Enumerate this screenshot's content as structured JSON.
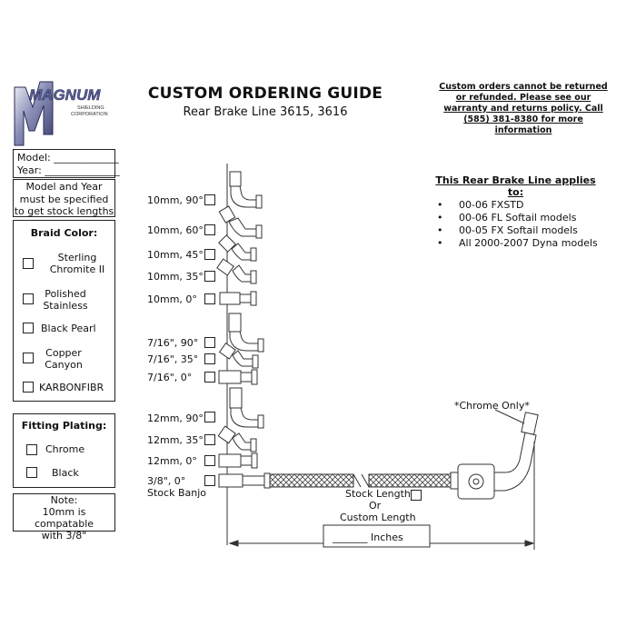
{
  "logo": {
    "text": "MAGNUM",
    "subtext_line1": "SHIELDING",
    "subtext_line2": "CORPORATION"
  },
  "header": {
    "title": "CUSTOM ORDERING GUIDE",
    "subtitle": "Rear Brake Line 3615, 3616",
    "notice": "Custom orders cannot be returned or refunded. Please see our warranty and returns policy. Call (585) 381-8380 for more information"
  },
  "model_year": {
    "model_label": "Model: _____________",
    "year_label": "Year: _______________"
  },
  "requirement_note": "Model and Year must be specified to get stock lengths",
  "braid_color": {
    "title": "Braid Color:",
    "options": [
      {
        "label_line1": "Sterling",
        "label_line2": "Chromite II"
      },
      {
        "label_line1": "Polished",
        "label_line2": "Stainless"
      },
      {
        "label_line1": "Black Pearl",
        "label_line2": ""
      },
      {
        "label_line1": "Copper",
        "label_line2": "Canyon"
      },
      {
        "label_line1": "KARBONFIBR",
        "label_line2": ""
      }
    ]
  },
  "fitting_plating": {
    "title": "Fitting Plating:",
    "options": [
      "Chrome",
      "Black"
    ]
  },
  "note": {
    "line1": "Note:",
    "line2": "10mm is compatable",
    "line3": "with 3/8\""
  },
  "fittings": {
    "items": [
      {
        "label": "10mm, 90°"
      },
      {
        "label": "10mm, 60°"
      },
      {
        "label": "10mm, 45°"
      },
      {
        "label": "10mm, 35°"
      },
      {
        "label": "10mm, 0°"
      },
      {
        "label": "7/16\", 90°"
      },
      {
        "label": "7/16\", 35°"
      },
      {
        "label": "7/16\", 0°"
      },
      {
        "label": "12mm, 90°"
      },
      {
        "label": "12mm, 35°"
      },
      {
        "label": "12mm, 0°"
      },
      {
        "label": "3/8\", 0°"
      }
    ],
    "stock_banjo": "Stock Banjo"
  },
  "applies_to": {
    "title": "This Rear Brake Line applies to:",
    "bullet": "•",
    "models": [
      "00-06 FXSTD",
      "00-06 FL Softail models",
      "00-05 FX Softail models",
      "All 2000-2007 Dyna models"
    ]
  },
  "length": {
    "stock_label": "Stock Length",
    "or_label": "Or",
    "custom_label": "Custom Length",
    "inches_label": "_______ Inches",
    "chrome_only": "*Chrome Only*"
  }
}
